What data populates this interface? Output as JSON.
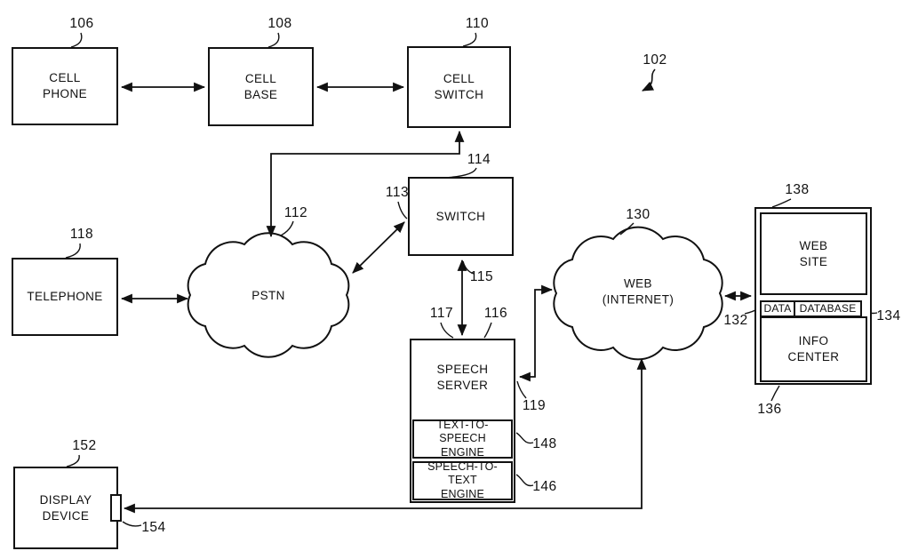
{
  "diagram": {
    "system_ref": "102",
    "nodes": {
      "cell_phone": {
        "label": "CELL\nPHONE",
        "ref": "106"
      },
      "cell_base": {
        "label": "CELL\nBASE",
        "ref": "108"
      },
      "cell_switch": {
        "label": "CELL\nSWITCH",
        "ref": "110"
      },
      "switch": {
        "label": "SWITCH",
        "ref_top": "114",
        "ref_left": "113"
      },
      "pstn": {
        "label": "PSTN",
        "ref": "112"
      },
      "telephone": {
        "label": "TELEPHONE",
        "ref": "118"
      },
      "speech_server": {
        "label": "SPEECH\nSERVER",
        "ref": "116",
        "ref_left": "117"
      },
      "tts_engine": {
        "label": "TEXT-TO-SPEECH\nENGINE",
        "ref": "148"
      },
      "stt_engine": {
        "label": "SPEECH-TO-TEXT\nENGINE",
        "ref": "146"
      },
      "web": {
        "label": "WEB\n(INTERNET)",
        "ref": "130"
      },
      "web_site": {
        "label": "WEB\nSITE",
        "ref": "138"
      },
      "data": {
        "label": "DATA",
        "ref": "132"
      },
      "database": {
        "label": "DATABASE",
        "ref": "134"
      },
      "info_center": {
        "label": "INFO\nCENTER",
        "ref": "136"
      },
      "display_device": {
        "label": "DISPLAY\nDEVICE",
        "ref": "152",
        "port_ref": "154"
      }
    },
    "connectors": {
      "switch_speech_server_ref": "115",
      "speech_server_web_ref": "119"
    },
    "colors": {
      "line": "#111111",
      "background": "#ffffff"
    }
  }
}
